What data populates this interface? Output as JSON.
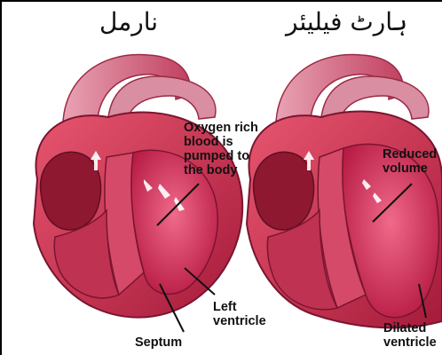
{
  "titles": {
    "normal": "نارمل",
    "heart_failure": "ہارٹ فیلیئر"
  },
  "labels": {
    "oxygen": "Oxygen rich\nblood is\npumped to\nthe body",
    "left_ventricle": "Left\nventricle",
    "septum": "Septum",
    "reduced": "Reduced\nvolume",
    "dilated": "Dilated\nventricle"
  }
}
